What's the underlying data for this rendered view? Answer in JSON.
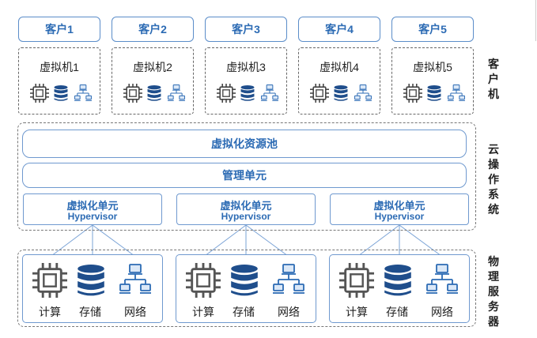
{
  "clients": [
    "客户1",
    "客户2",
    "客户3",
    "客户4",
    "客户5"
  ],
  "vms": [
    "虚拟机1",
    "虚拟机2",
    "虚拟机3",
    "虚拟机4",
    "虚拟机5"
  ],
  "cloud": {
    "pool_label": "虚拟化资源池",
    "mgmt_label": "管理单元",
    "hypervisors": [
      {
        "line1": "虚拟化单元",
        "line2": "Hypervisor"
      },
      {
        "line1": "虚拟化单元",
        "line2": "Hypervisor"
      },
      {
        "line1": "虚拟化单元",
        "line2": "Hypervisor"
      }
    ]
  },
  "servers": [
    {
      "compute": "计算",
      "storage": "存储",
      "network": "网络"
    },
    {
      "compute": "计算",
      "storage": "存储",
      "network": "网络"
    },
    {
      "compute": "计算",
      "storage": "存储",
      "network": "网络"
    }
  ],
  "side_labels": {
    "client_layer": [
      "客",
      "户",
      "机"
    ],
    "cloud_layer": [
      "云",
      "操",
      "作",
      "系",
      "统"
    ],
    "physical_layer": [
      "物",
      "理",
      "服",
      "务",
      "器"
    ]
  },
  "icons": [
    "cpu-icon",
    "storage-icon",
    "network-icon"
  ],
  "colors": {
    "accent": "#2c6bb4",
    "border": "#6f99cf",
    "icon_dark": "#555555",
    "icon_blue": "#1f4e8c"
  }
}
